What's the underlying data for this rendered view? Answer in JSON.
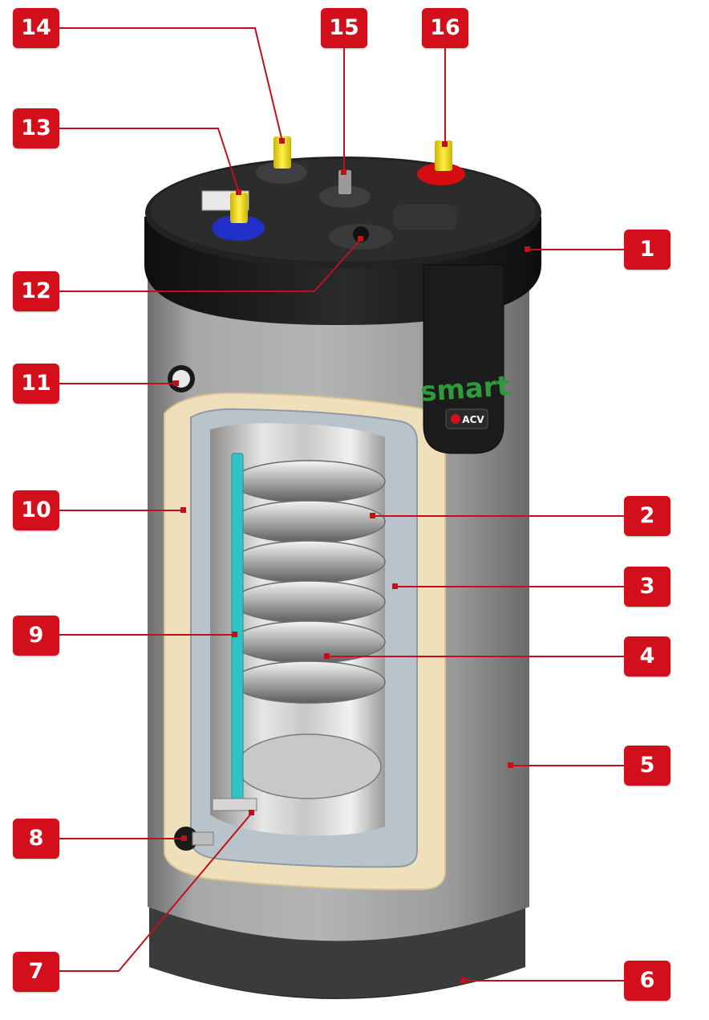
{
  "brand": {
    "product": "smart",
    "maker": "ACV"
  },
  "colors": {
    "badge": "#d20f1a",
    "leader": "#c0101a",
    "shell": "#9a9a9a",
    "insulation": "#efe0bb",
    "cap": "#1a1a1a"
  },
  "labels": {
    "l1": "1",
    "l2": "2",
    "l3": "3",
    "l4": "4",
    "l5": "5",
    "l6": "6",
    "l7": "7",
    "l8": "8",
    "l9": "9",
    "l10": "10",
    "l11": "11",
    "l12": "12",
    "l13": "13",
    "l14": "14",
    "l15": "15",
    "l16": "16"
  }
}
